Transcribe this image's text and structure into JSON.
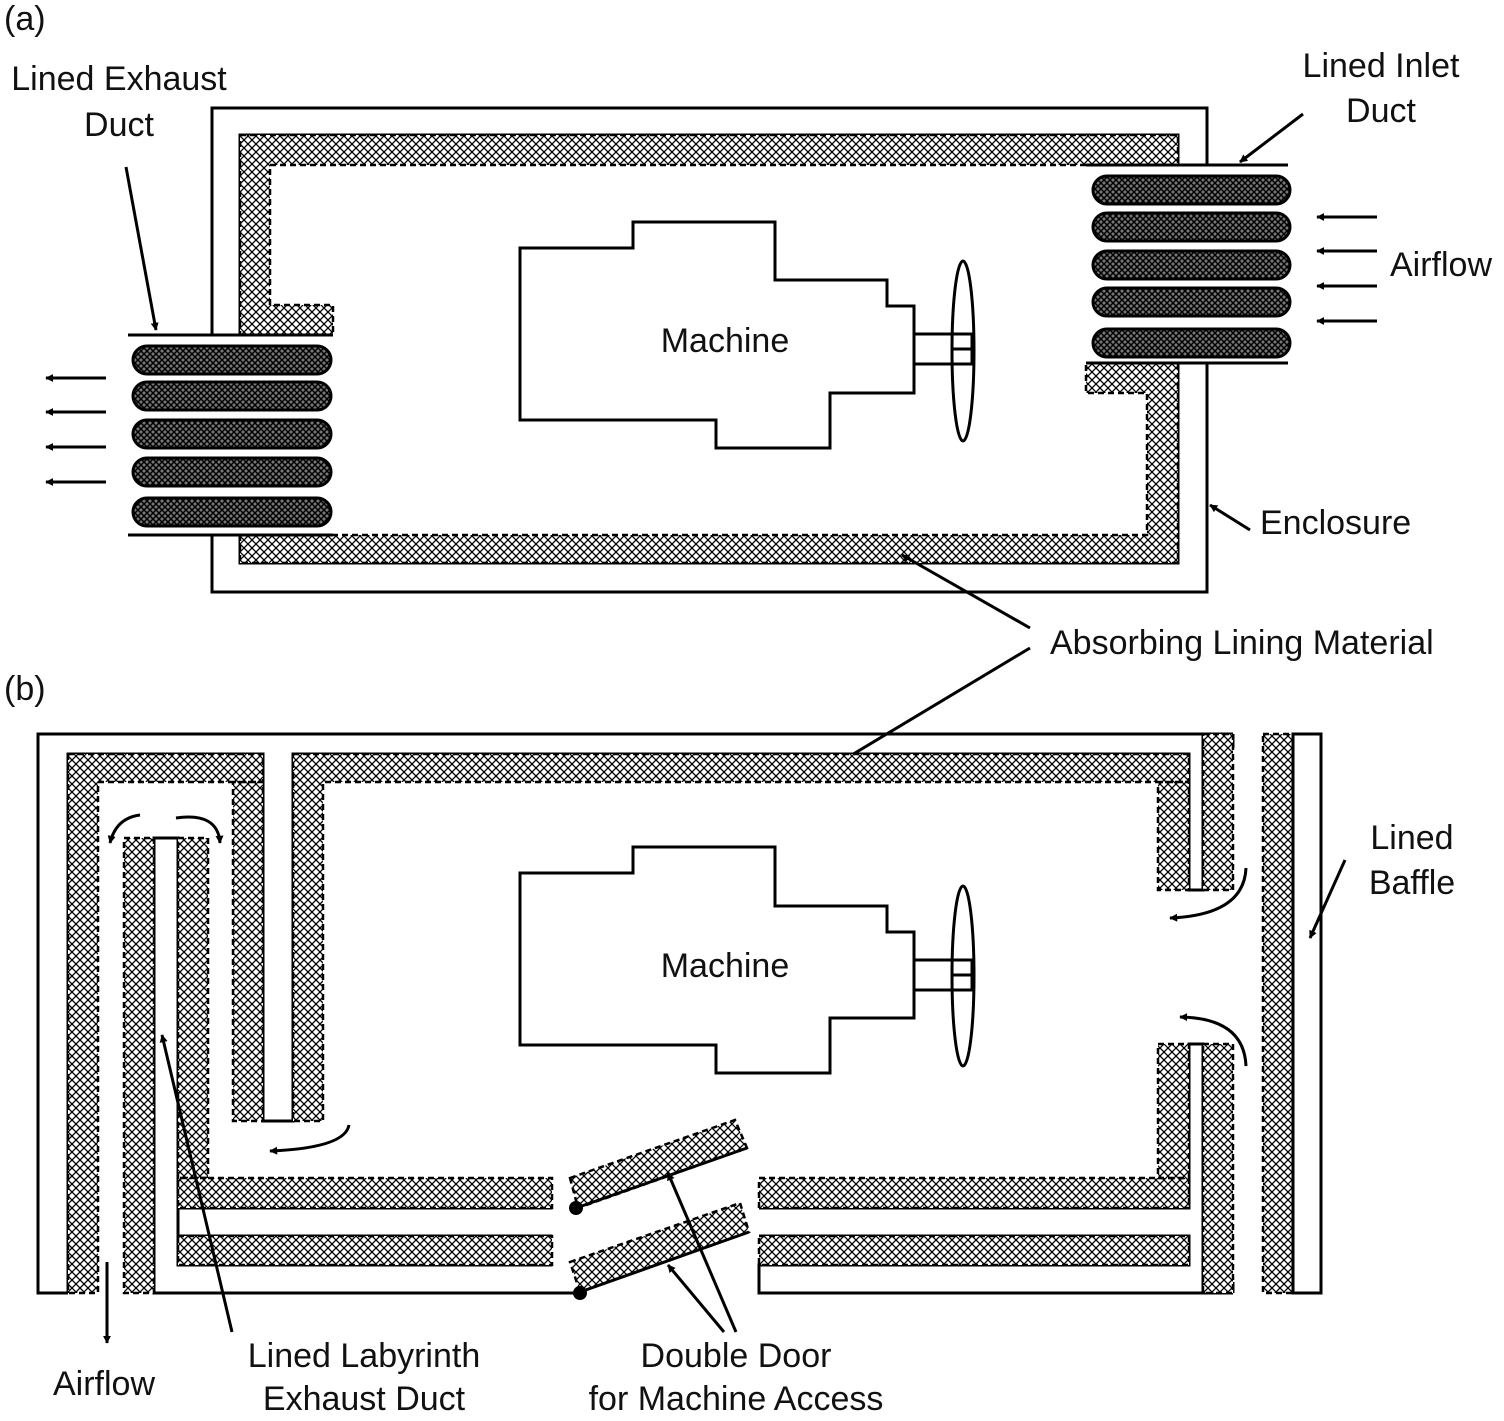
{
  "diagram_a": {
    "panel_label": "(a)",
    "exhaust_label_1": "Lined Exhaust",
    "exhaust_label_2": "Duct",
    "inlet_label_1": "Lined Inlet",
    "inlet_label_2": "Duct",
    "airflow_label": "Airflow",
    "machine_label": "Machine",
    "enclosure_label": "Enclosure"
  },
  "shared": {
    "absorbing_label": "Absorbing Lining Material"
  },
  "diagram_b": {
    "panel_label": "(b)",
    "machine_label": "Machine",
    "baffle_label_1": "Lined",
    "baffle_label_2": "Baffle",
    "airflow_label": "Airflow",
    "labyrinth_label_1": "Lined Labyrinth",
    "labyrinth_label_2": "Exhaust Duct",
    "door_label_1": "Double Door",
    "door_label_2": "for Machine Access"
  },
  "colors": {
    "line": "#000000",
    "background": "#ffffff"
  }
}
